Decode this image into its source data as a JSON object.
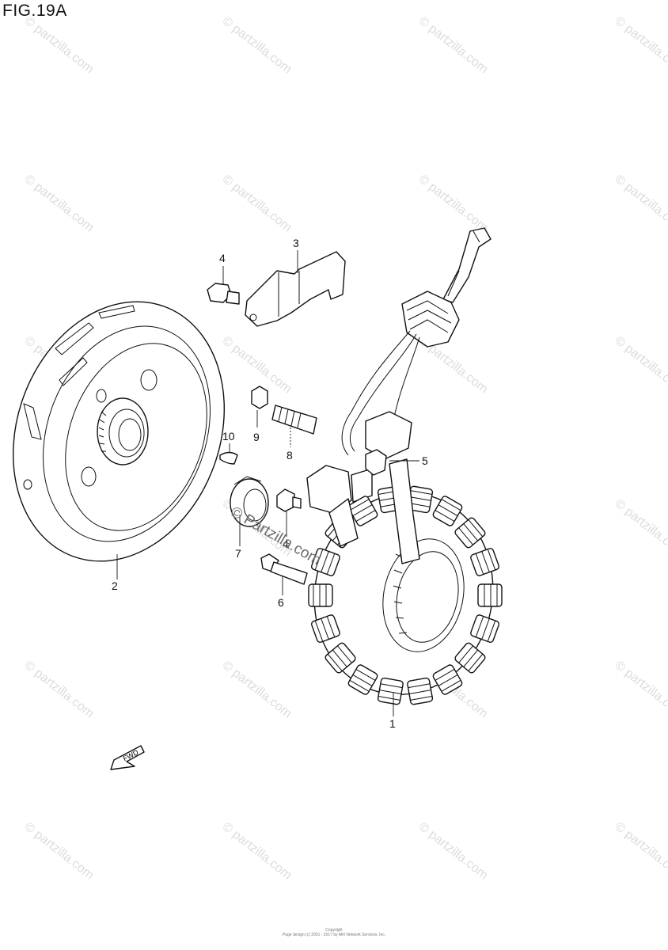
{
  "figure_title": "FIG.19A",
  "watermark_text": "© partzilla.com",
  "center_watermark_text": "© Partzilla.com",
  "forward_arrow_label": "FWD",
  "copyright_line_1": "Copyright",
  "copyright_line_2": "Page design (c) 2001 - 2017 by ARI Network Services, Inc.",
  "callouts": [
    {
      "id": "1",
      "label": "1"
    },
    {
      "id": "2",
      "label": "2"
    },
    {
      "id": "3",
      "label": "3"
    },
    {
      "id": "4a",
      "label": "4"
    },
    {
      "id": "4b",
      "label": "4"
    },
    {
      "id": "5",
      "label": "5"
    },
    {
      "id": "6",
      "label": "6"
    },
    {
      "id": "7",
      "label": "7"
    },
    {
      "id": "8",
      "label": "8"
    },
    {
      "id": "9",
      "label": "9"
    },
    {
      "id": "10",
      "label": "10"
    }
  ]
}
